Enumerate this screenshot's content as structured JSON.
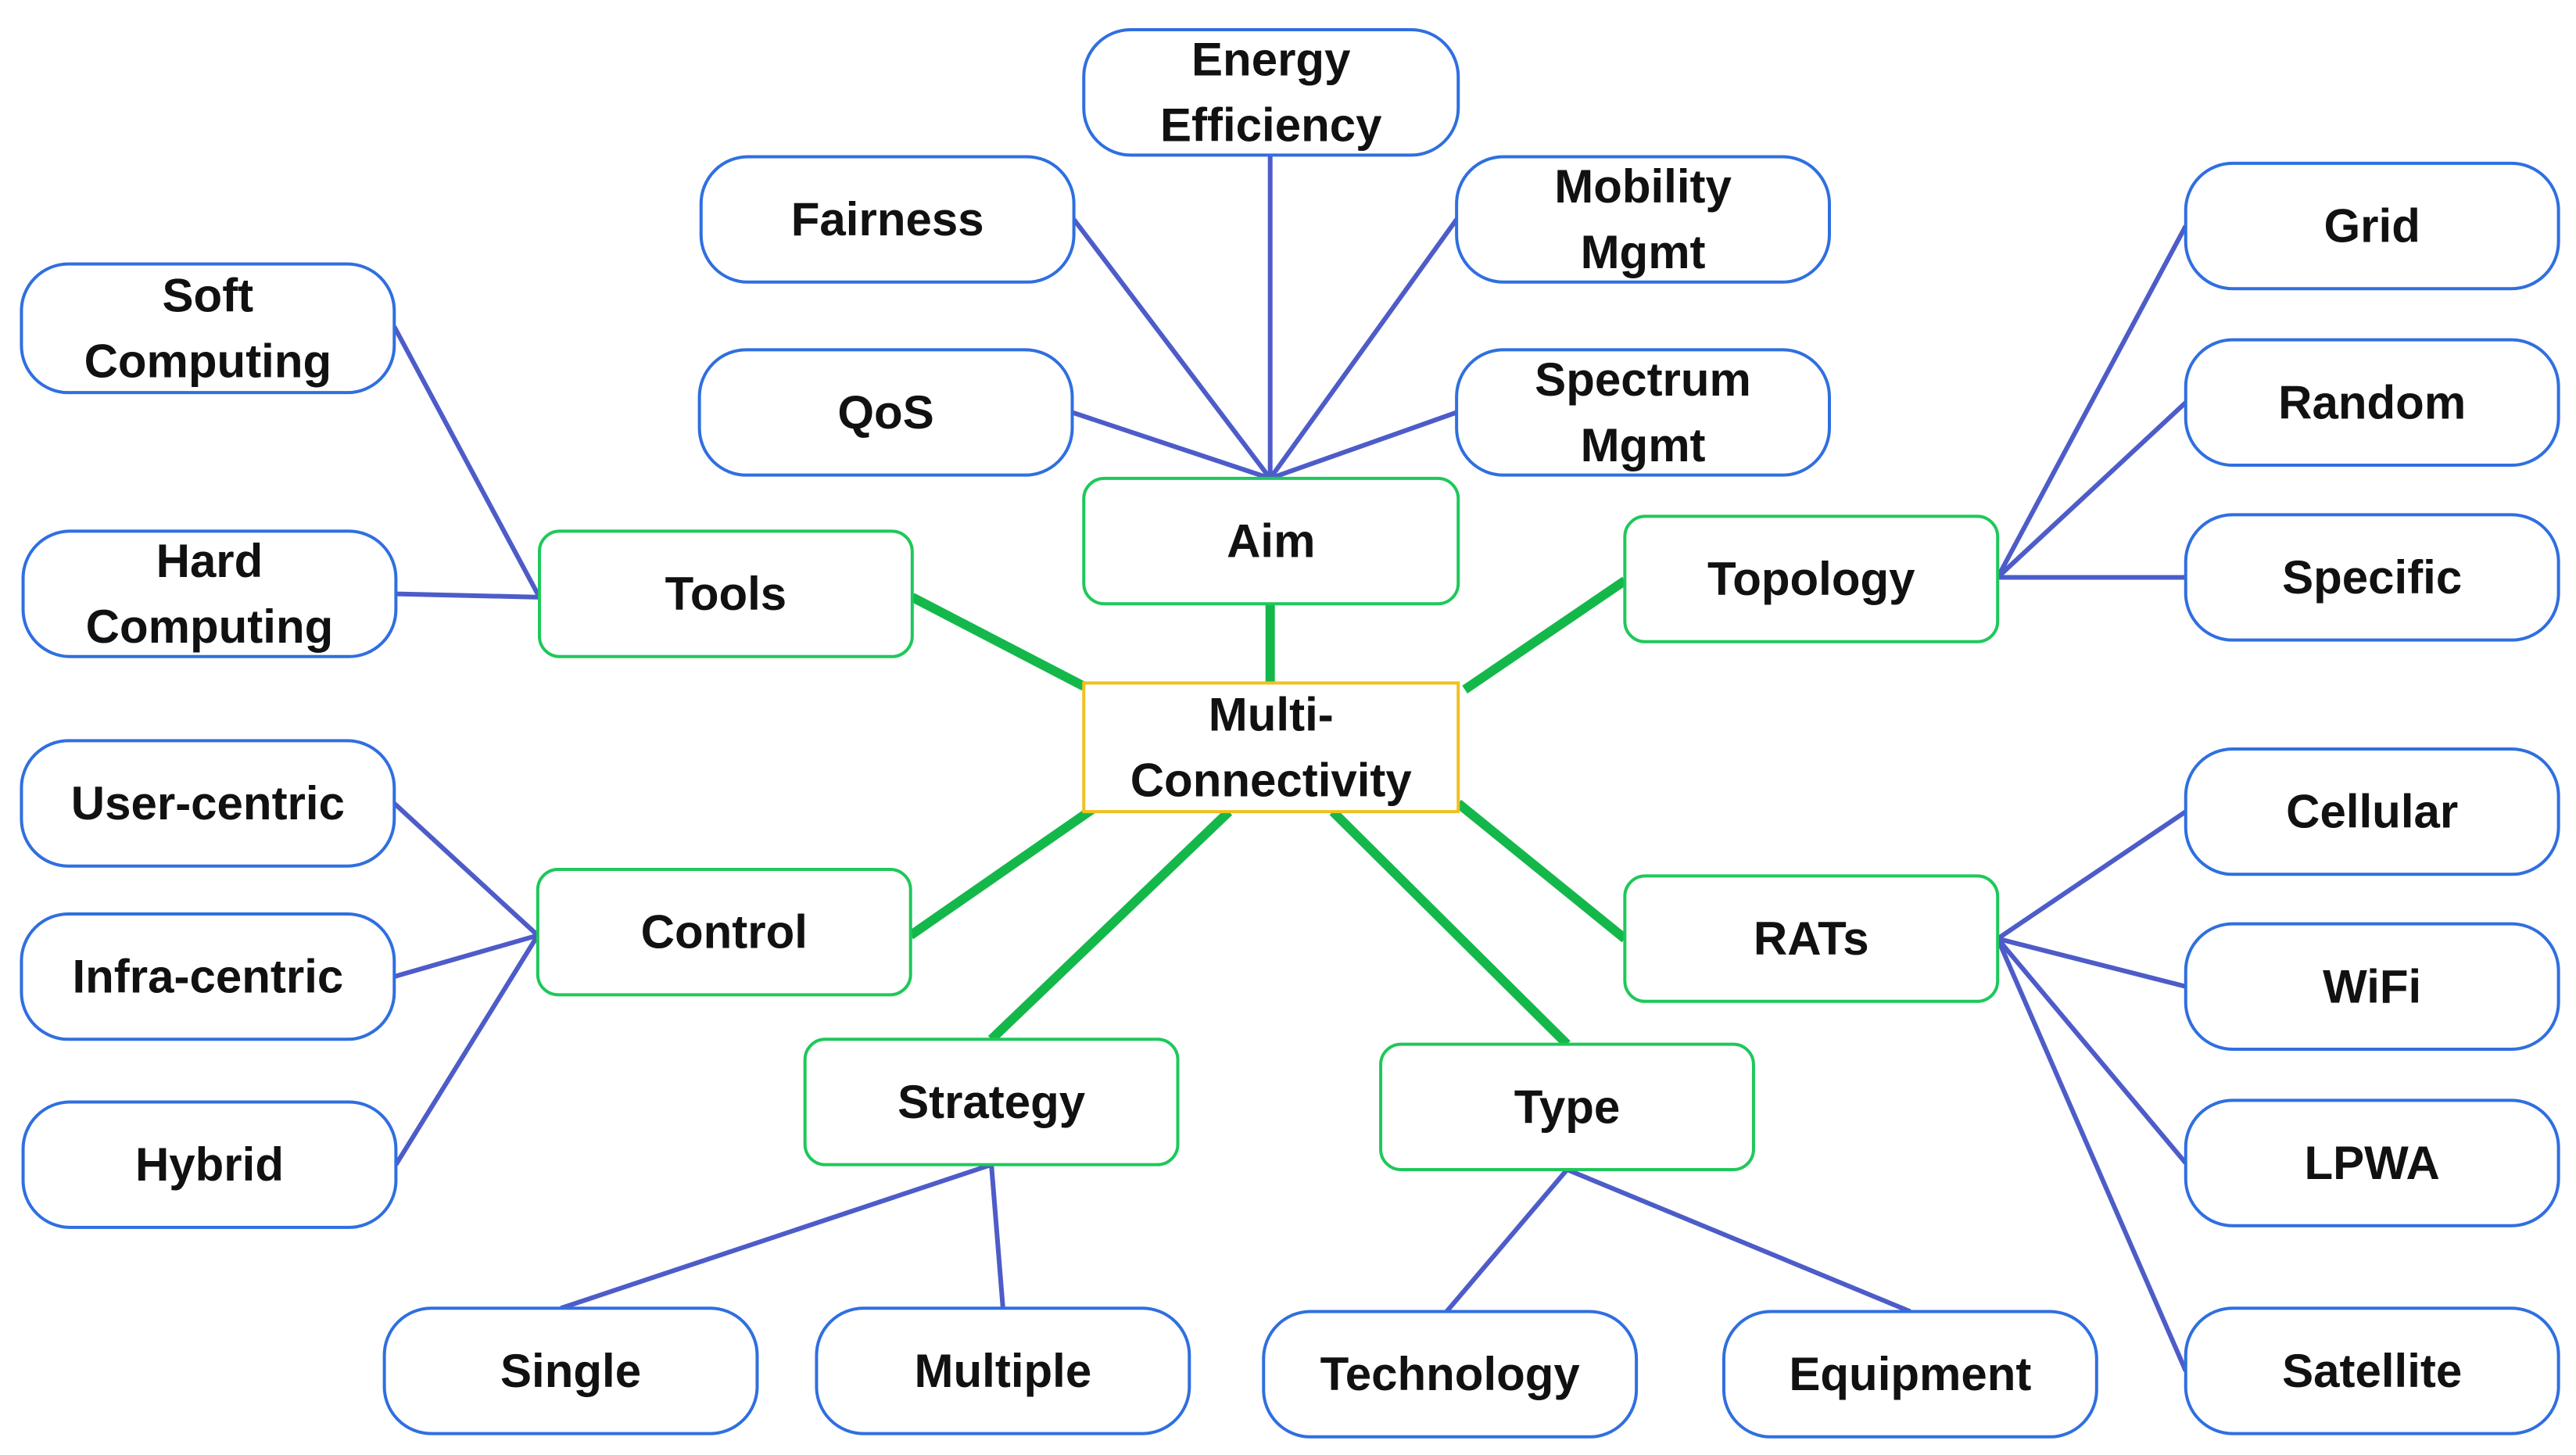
{
  "colors": {
    "leaf_border": "#2f6fe0",
    "category_border": "#1ec85a",
    "center_border": "#f0c020",
    "leaf_edge": "#4d5cc8",
    "core_edge": "#14b84a",
    "text": "#111111"
  },
  "center": {
    "lines": [
      "Multi-",
      "Connectivity"
    ]
  },
  "categories": {
    "aim": {
      "lines": [
        "Aim"
      ]
    },
    "tools": {
      "lines": [
        "Tools"
      ]
    },
    "topology": {
      "lines": [
        "Topology"
      ]
    },
    "control": {
      "lines": [
        "Control"
      ]
    },
    "rats": {
      "lines": [
        "RATs"
      ]
    },
    "strategy": {
      "lines": [
        "Strategy"
      ]
    },
    "type": {
      "lines": [
        "Type"
      ]
    }
  },
  "leaves": {
    "energy": {
      "lines": [
        "Energy",
        "Efficiency"
      ]
    },
    "fairness": {
      "lines": [
        "Fairness"
      ]
    },
    "mobility": {
      "lines": [
        "Mobility",
        "Mgmt"
      ]
    },
    "qos": {
      "lines": [
        "QoS"
      ]
    },
    "spectrum": {
      "lines": [
        "Spectrum",
        "Mgmt"
      ]
    },
    "soft": {
      "lines": [
        "Soft",
        "Computing"
      ]
    },
    "hard": {
      "lines": [
        "Hard",
        "Computing"
      ]
    },
    "grid": {
      "lines": [
        "Grid"
      ]
    },
    "random": {
      "lines": [
        "Random"
      ]
    },
    "specific": {
      "lines": [
        "Specific"
      ]
    },
    "user": {
      "lines": [
        "User-centric"
      ]
    },
    "infra": {
      "lines": [
        "Infra-centric"
      ]
    },
    "hybrid": {
      "lines": [
        "Hybrid"
      ]
    },
    "cellular": {
      "lines": [
        "Cellular"
      ]
    },
    "wifi": {
      "lines": [
        "WiFi"
      ]
    },
    "lpwa": {
      "lines": [
        "LPWA"
      ]
    },
    "satellite": {
      "lines": [
        "Satellite"
      ]
    },
    "single": {
      "lines": [
        "Single"
      ]
    },
    "multiple": {
      "lines": [
        "Multiple"
      ]
    },
    "technology": {
      "lines": [
        "Technology"
      ]
    },
    "equipment": {
      "lines": [
        "Equipment"
      ]
    }
  },
  "edges": [
    [
      "center",
      "aim"
    ],
    [
      "center",
      "tools"
    ],
    [
      "center",
      "topology"
    ],
    [
      "center",
      "control"
    ],
    [
      "center",
      "rats"
    ],
    [
      "center",
      "strategy"
    ],
    [
      "center",
      "type"
    ],
    [
      "aim",
      "energy"
    ],
    [
      "aim",
      "fairness"
    ],
    [
      "aim",
      "mobility"
    ],
    [
      "aim",
      "qos"
    ],
    [
      "aim",
      "spectrum"
    ],
    [
      "tools",
      "soft"
    ],
    [
      "tools",
      "hard"
    ],
    [
      "topology",
      "grid"
    ],
    [
      "topology",
      "random"
    ],
    [
      "topology",
      "specific"
    ],
    [
      "control",
      "user"
    ],
    [
      "control",
      "infra"
    ],
    [
      "control",
      "hybrid"
    ],
    [
      "rats",
      "cellular"
    ],
    [
      "rats",
      "wifi"
    ],
    [
      "rats",
      "lpwa"
    ],
    [
      "rats",
      "satellite"
    ],
    [
      "strategy",
      "single"
    ],
    [
      "strategy",
      "multiple"
    ],
    [
      "type",
      "technology"
    ],
    [
      "type",
      "equipment"
    ]
  ]
}
